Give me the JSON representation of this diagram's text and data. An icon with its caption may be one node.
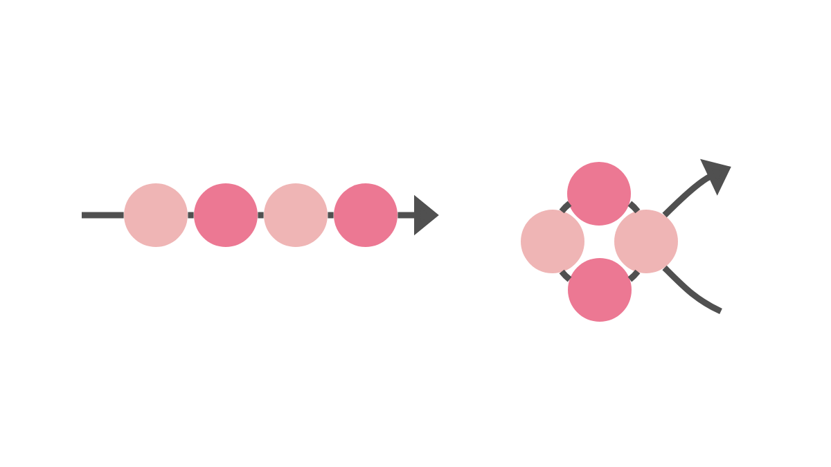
{
  "diagram": {
    "nodes": [
      {
        "text": [],
        "shape": "circle"
      },
      {
        "text": [],
        "shape": "circle"
      },
      {
        "text": [],
        "shape": "circle"
      },
      {
        "text": [],
        "shape": "circle"
      },
      {
        "text": [],
        "shape": "circle"
      },
      {
        "text": [],
        "shape": "circle"
      },
      {
        "text": [],
        "shape": "circle"
      },
      {
        "text": [],
        "shape": "circle"
      }
    ],
    "edges": [
      {
        "from": null,
        "to": 0,
        "arrow": "none"
      },
      {
        "from": 0,
        "to": 1,
        "arrow": "none"
      },
      {
        "from": 1,
        "to": 2,
        "arrow": "none"
      },
      {
        "from": 2,
        "to": 3,
        "arrow": "none"
      },
      {
        "from": 3,
        "to": null,
        "arrow": "to"
      },
      {
        "from": 4,
        "to": 5,
        "arrow": "none"
      },
      {
        "from": 4,
        "to": 6,
        "arrow": "none"
      },
      {
        "from": 5,
        "to": 7,
        "arrow": "none"
      },
      {
        "from": 6,
        "to": 7,
        "arrow": "none"
      },
      {
        "from": 6,
        "to": null,
        "arrow": "to"
      },
      {
        "from": 6,
        "to": null,
        "arrow": "none"
      }
    ]
  }
}
